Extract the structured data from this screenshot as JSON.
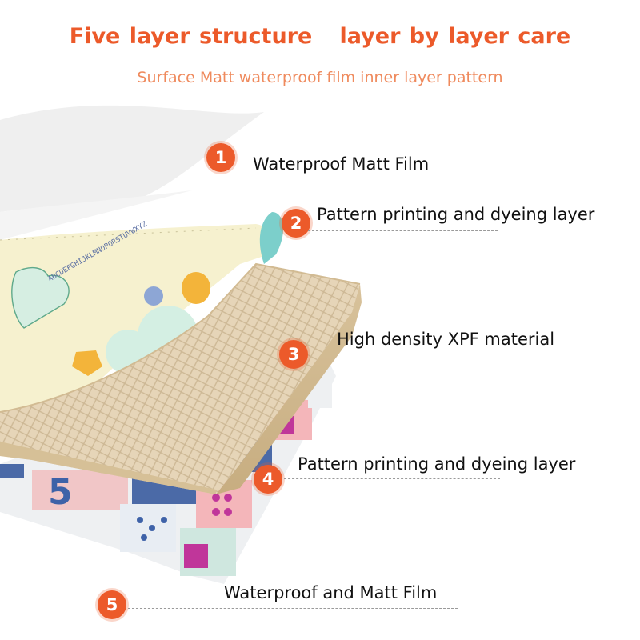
{
  "header": {
    "title": "Five layer structure   layer by layer care",
    "subtitle": "Surface Matt waterproof film inner layer pattern"
  },
  "layers": [
    {
      "number": "1",
      "label": "Waterproof Matt Film"
    },
    {
      "number": "2",
      "label": "Pattern printing and dyeing layer"
    },
    {
      "number": "3",
      "label": "High density XPF material"
    },
    {
      "number": "4",
      "label": "Pattern printing and dyeing layer"
    },
    {
      "number": "5",
      "label": "Waterproof and Matt Film"
    }
  ],
  "colors": {
    "accent": "#ec5a2a",
    "subtitle": "#ef8a5d",
    "foam": "#e6d5b8",
    "top_print": "#f6f1cf"
  },
  "illustration": {
    "alphabet": "ABCDEFGHIJKLMNOPQRSTUVWXYZ",
    "digit": "5"
  }
}
